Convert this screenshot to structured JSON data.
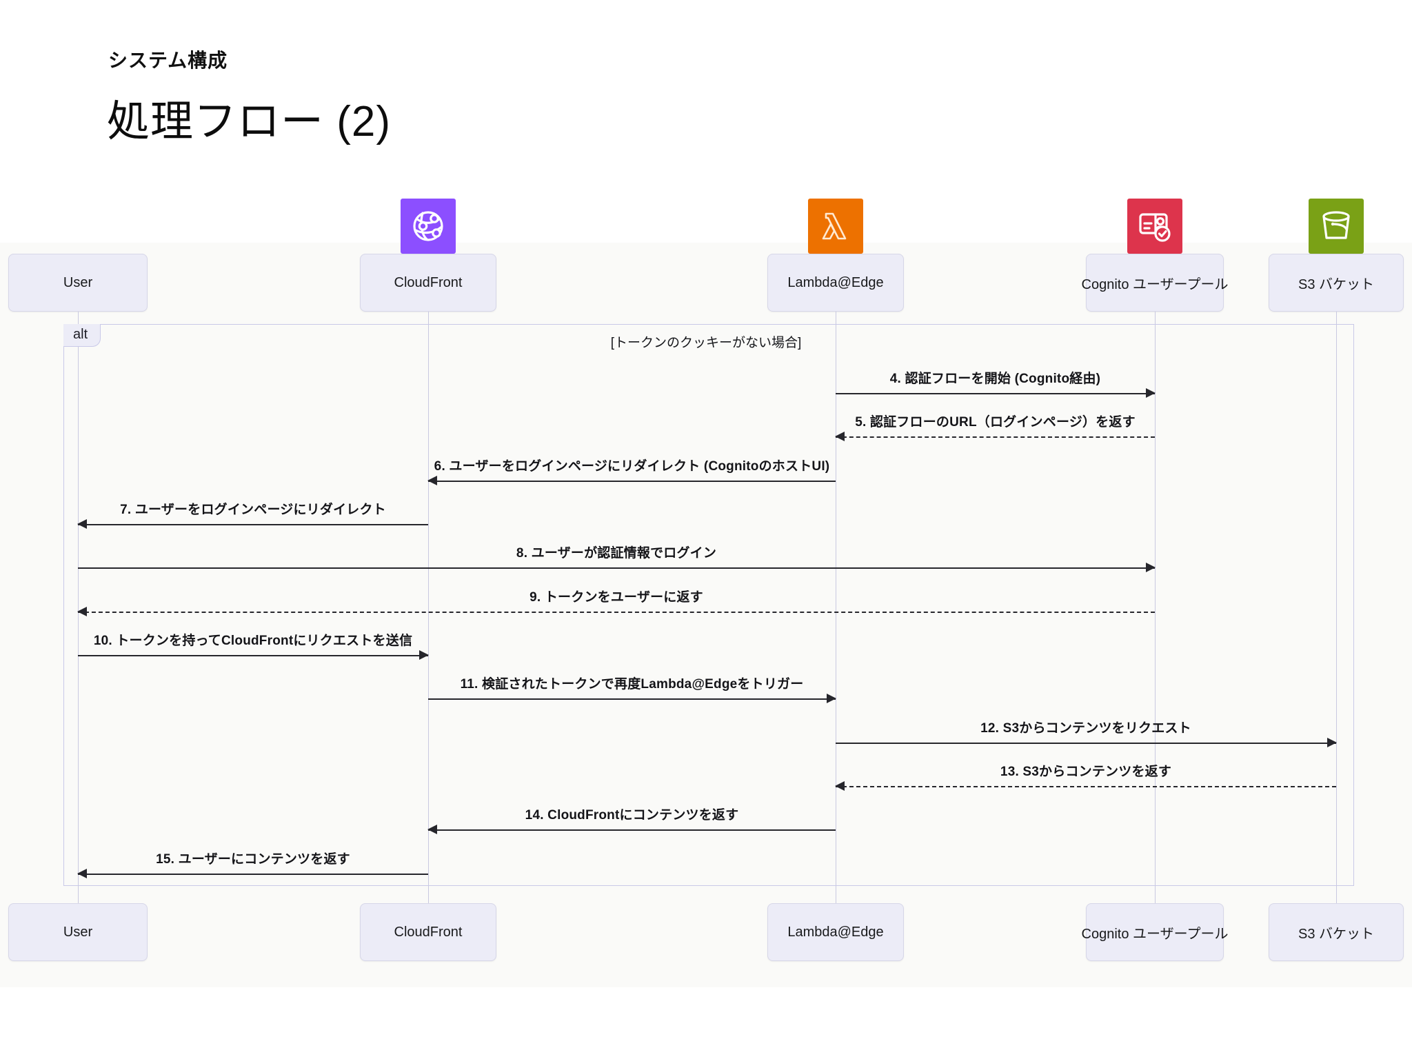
{
  "header": {
    "eyebrow": "システム構成",
    "title": "処理フロー (2)"
  },
  "diagram": {
    "type": "sequence-diagram",
    "background": "#fafaf8",
    "participant_fill": "#ececf7",
    "participant_border": "#d6d6e8",
    "lifeline_color": "#c9c9e0",
    "message_color": "#26262c",
    "participants": [
      {
        "id": "user",
        "label": "User",
        "icon": "none",
        "icon_color": ""
      },
      {
        "id": "cloudfront",
        "label": "CloudFront",
        "icon": "cloudfront-icon",
        "icon_color": "#8c4fff"
      },
      {
        "id": "lambda",
        "label": "Lambda@Edge",
        "icon": "lambda-icon",
        "icon_color": "#ed7100"
      },
      {
        "id": "cognito",
        "label": "Cognito ユーザープール",
        "icon": "cognito-icon",
        "icon_color": "#dd344c"
      },
      {
        "id": "s3",
        "label": "S3 バケット",
        "icon": "s3-bucket-icon",
        "icon_color": "#7aa116"
      }
    ],
    "fragment": {
      "kind": "alt",
      "condition": "[トークンのクッキーがない場合]"
    },
    "messages": [
      {
        "n": "4",
        "label": "4. 認証フローを開始 (Cognito経由)",
        "from": "lambda",
        "to": "cognito",
        "style": "solid"
      },
      {
        "n": "5",
        "label": "5. 認証フローのURL（ログインページ）を返す",
        "from": "cognito",
        "to": "lambda",
        "style": "dashed"
      },
      {
        "n": "6",
        "label": "6. ユーザーをログインページにリダイレクト (CognitoのホストUI)",
        "from": "lambda",
        "to": "cloudfront",
        "style": "solid"
      },
      {
        "n": "7",
        "label": "7. ユーザーをログインページにリダイレクト",
        "from": "cloudfront",
        "to": "user",
        "style": "solid"
      },
      {
        "n": "8",
        "label": "8. ユーザーが認証情報でログイン",
        "from": "user",
        "to": "cognito",
        "style": "solid"
      },
      {
        "n": "9",
        "label": "9. トークンをユーザーに返す",
        "from": "cognito",
        "to": "user",
        "style": "dashed"
      },
      {
        "n": "10",
        "label": "10. トークンを持ってCloudFrontにリクエストを送信",
        "from": "user",
        "to": "cloudfront",
        "style": "solid"
      },
      {
        "n": "11",
        "label": "11. 検証されたトークンで再度Lambda@Edgeをトリガー",
        "from": "cloudfront",
        "to": "lambda",
        "style": "solid"
      },
      {
        "n": "12",
        "label": "12. S3からコンテンツをリクエスト",
        "from": "lambda",
        "to": "s3",
        "style": "solid"
      },
      {
        "n": "13",
        "label": "13. S3からコンテンツを返す",
        "from": "s3",
        "to": "lambda",
        "style": "dashed"
      },
      {
        "n": "14",
        "label": "14. CloudFrontにコンテンツを返す",
        "from": "lambda",
        "to": "cloudfront",
        "style": "solid"
      },
      {
        "n": "15",
        "label": "15. ユーザーにコンテンツを返す",
        "from": "cloudfront",
        "to": "user",
        "style": "solid"
      }
    ]
  }
}
